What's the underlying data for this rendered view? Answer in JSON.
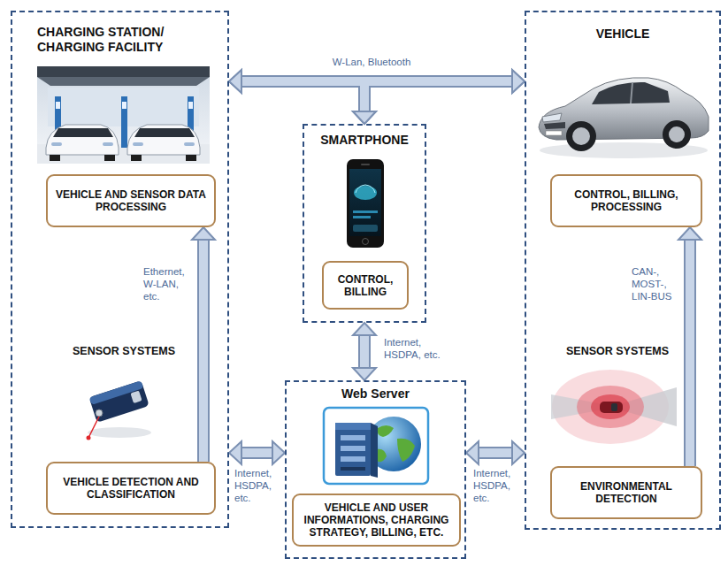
{
  "diagram": {
    "nodes": [
      {
        "text": [
          "CHARGING STATION/ CHARGING FACILITY",
          "SENSOR SYSTEMS"
        ]
      },
      {
        "text": [
          "VEHICLE AND SENSOR DATA PROCESSING"
        ],
        "in": 0
      },
      {
        "text": [
          "VEHICLE DETECTION AND CLASSIFICATION"
        ],
        "in": 0
      },
      {
        "text": [
          "SMARTPHONE"
        ]
      },
      {
        "text": [
          "CONTROL, BILLING"
        ],
        "in": 3
      },
      {
        "text": [
          "VEHICLE",
          "SENSOR SYSTEMS"
        ]
      },
      {
        "text": [
          "CONTROL, BILLING, PROCESSING"
        ],
        "in": 5
      },
      {
        "text": [
          "ENVIRONMENTAL DETECTION"
        ],
        "in": 5
      },
      {
        "text": [
          "Web Server"
        ]
      },
      {
        "text": [
          "VEHICLE AND USER INFORMATIONS, CHARGING STRATEGY, BILLING, ETC."
        ],
        "in": 8
      }
    ],
    "edges": [
      {
        "from": 0,
        "to": 5,
        "arrow": "both",
        "label": "W-Lan, Bluetooth"
      },
      {
        "from": 0,
        "to": 3,
        "arrow": "both"
      },
      {
        "from": 5,
        "to": 3,
        "arrow": "both"
      },
      {
        "from": 2,
        "to": 1,
        "arrow": "to",
        "label": "Ethernet, W-LAN, etc."
      },
      {
        "from": 7,
        "to": 6,
        "arrow": "to",
        "label": "CAN-, MOST-, LIN-BUS"
      },
      {
        "from": 3,
        "to": 8,
        "arrow": "both",
        "label": "Internet, HSDPA, etc."
      },
      {
        "from": 0,
        "to": 8,
        "arrow": "both",
        "label": "Internet, HSDPA, etc."
      },
      {
        "from": 8,
        "to": 5,
        "arrow": "both",
        "label": "Internet, HSDPA, etc."
      }
    ]
  }
}
